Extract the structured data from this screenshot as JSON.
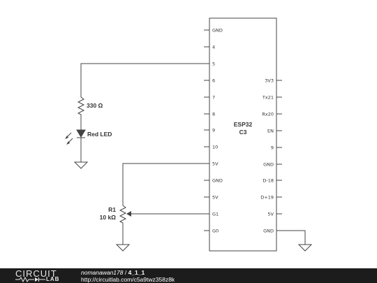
{
  "chip": {
    "name_line1": "ESP32",
    "name_line2": "C3",
    "left_pins": [
      "GND",
      "4",
      "5",
      "6",
      "7",
      "8",
      "9",
      "10",
      "5V",
      "GND",
      "5V",
      "G1",
      "G0"
    ],
    "right_pins": [
      "3V3",
      "Tx21",
      "Rx20",
      "EN",
      "9",
      "GND",
      "D-18",
      "D+19",
      "5V",
      "GND"
    ]
  },
  "resistor": {
    "value": "330 Ω"
  },
  "led": {
    "label": "Red LED"
  },
  "pot": {
    "ref": "R1",
    "value": "10 kΩ"
  },
  "footer": {
    "logo_top": "CIRCUIT",
    "logo_bottom": "LAB",
    "author": "nomanawan178",
    "separator": " / ",
    "title": "4_1_1",
    "url": "http://circuitlab.com/c5a9twz358z8k"
  }
}
